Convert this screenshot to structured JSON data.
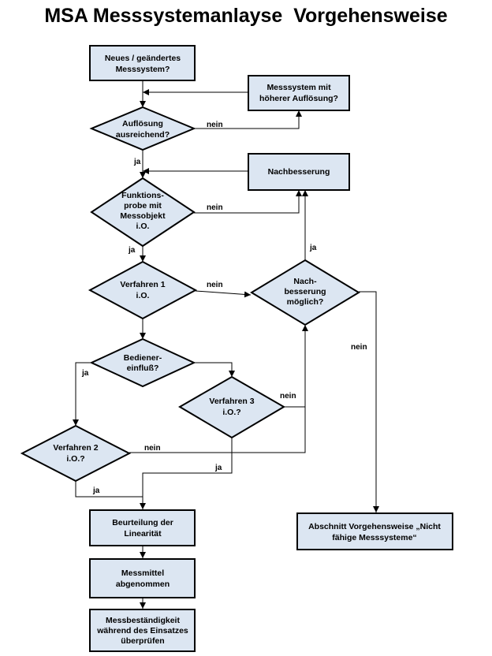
{
  "title": "MSA Messsystemanlayse  Vorgehensweise",
  "nodes": {
    "neues": [
      "Neues / geändertes",
      "Messsystem?"
    ],
    "hoeher": [
      "Messsystem mit",
      "höherer Auflösung?"
    ],
    "aufloesung": [
      "Auflösung",
      "ausreichend?"
    ],
    "nachbesserung": [
      "Nachbesserung"
    ],
    "funktion": [
      "Funktions-",
      "probe mit",
      "Messobjekt",
      "i.O."
    ],
    "verfahren1": [
      "Verfahren 1",
      "i.O."
    ],
    "nachmoeglich": [
      "Nach-",
      "besserung",
      "möglich?"
    ],
    "bediener": [
      "Bediener-",
      "einfluß?"
    ],
    "verfahren3": [
      "Verfahren 3",
      "i.O.?"
    ],
    "verfahren2": [
      "Verfahren 2",
      "i.O.?"
    ],
    "beurteilung": [
      "Beurteilung der",
      "Linearität"
    ],
    "abschnitt": [
      "Abschnitt Vorgehensweise „Nicht",
      "fähige Messsysteme“"
    ],
    "messmittel": [
      "Messmittel",
      "abgenommen"
    ],
    "bestaendig": [
      "Messbeständigkeit",
      "während des Einsatzes",
      "überprüfen"
    ]
  },
  "edge_labels": {
    "aufl_nein": "nein",
    "aufl_ja": "ja",
    "funk_nein": "nein",
    "funk_ja": "ja",
    "v1_nein": "nein",
    "nach_ja": "ja",
    "nach_nein": "nein",
    "bed_ja": "ja",
    "v3_nein": "nein",
    "v2_nein": "nein",
    "v3_ja": "ja",
    "v2_ja": "ja"
  },
  "colors": {
    "fill": "#dce6f2",
    "stroke": "#000000"
  }
}
